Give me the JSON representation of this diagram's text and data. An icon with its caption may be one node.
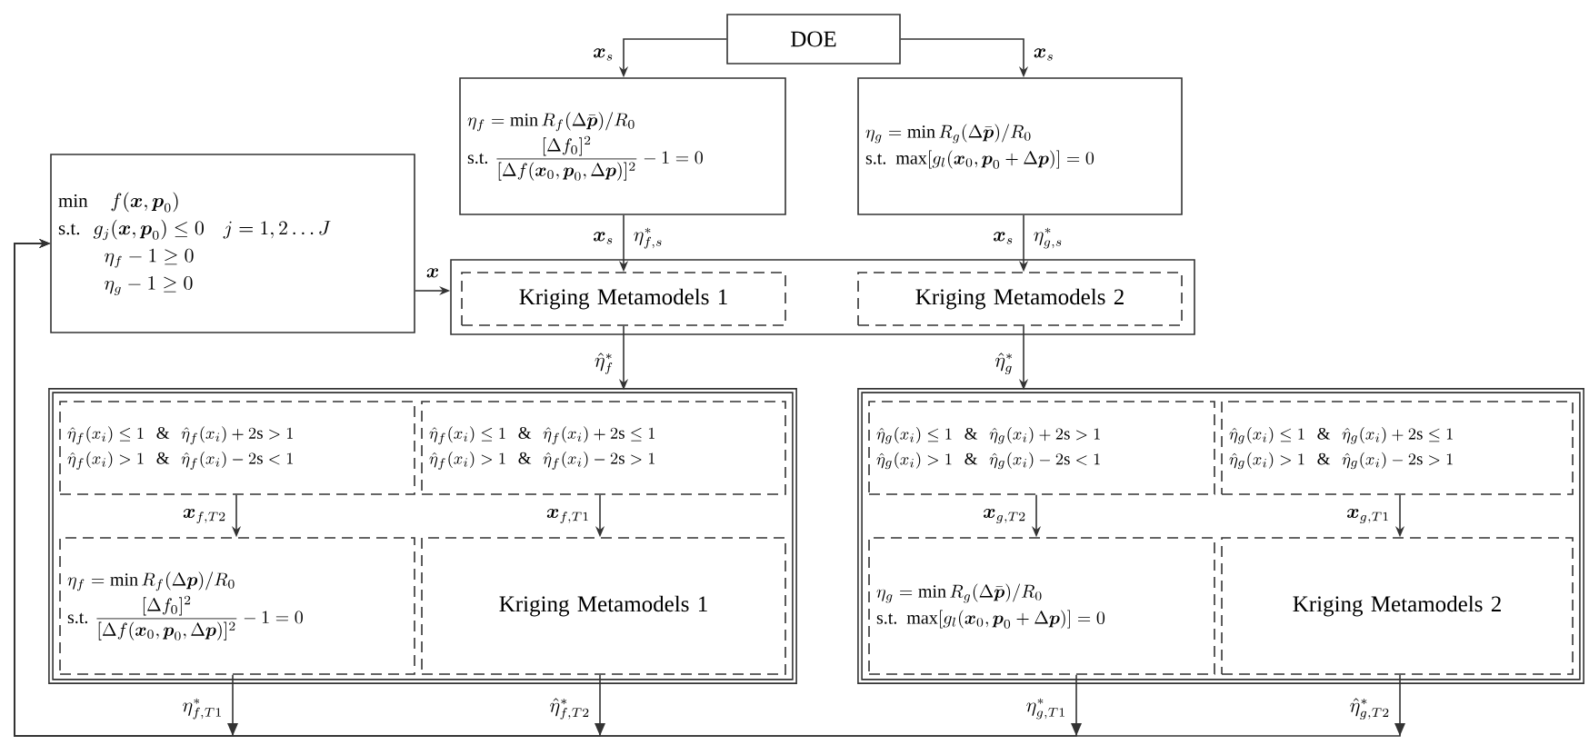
{
  "diagram": {
    "nodes": [
      {
        "text": [
          "DOE"
        ]
      },
      {
        "text": [
          "\\eta_f=\\min R_f(\\Delta\\bar{\\boldsymbol{p}})/R_0",
          "\\text{s.t.}\\ \\dfrac{[\\Delta f_0]^2}{[\\Delta f(\\boldsymbol{x}_0,\\boldsymbol{p}_0,\\Delta\\boldsymbol{p})]^2}-1=0"
        ]
      },
      {
        "text": [
          "\\eta_g=\\min R_g(\\Delta\\bar{\\boldsymbol{p}})/R_0",
          "\\text{s.t.}\\ \\max[g_l(\\boldsymbol{x}_0,\\boldsymbol{p}_0+\\Delta\\boldsymbol{p})]=0"
        ]
      },
      {
        "text": [
          "\\min\\quad f(\\boldsymbol{x},\\boldsymbol{p}_0)",
          "\\text{s.t.}\\ \\ g_j(\\boldsymbol{x},\\boldsymbol{p}_0)\\le 0\\quad j=1,2\\ldots J",
          "\\eta_f-1\\ge 0",
          "\\eta_g-1\\ge 0"
        ]
      },
      {
        "text": [],
        "shape": "box"
      },
      {
        "text": [
          "Kriging Metamodels 1"
        ],
        "in": 4
      },
      {
        "text": [
          "Kriging Metamodels 2"
        ],
        "in": 4
      },
      {
        "text": [],
        "shape": "box"
      },
      {
        "text": [
          "\\hat{\\eta}_f(x_i)\\le 1\\ \\ \\&\\ \\ \\hat{\\eta}_f(x_i)+2\\mathrm{s}>1",
          "\\hat{\\eta}_f(x_i)>1\\ \\ \\&\\ \\ \\hat{\\eta}_f(x_i)-2\\mathrm{s}<1"
        ],
        "in": 7
      },
      {
        "text": [
          "\\hat{\\eta}_f(x_i)\\le 1\\ \\ \\&\\ \\ \\hat{\\eta}_f(x_i)+2\\mathrm{s}\\le 1",
          "\\hat{\\eta}_f(x_i)>1\\ \\ \\&\\ \\ \\hat{\\eta}_f(x_i)-2\\mathrm{s}>1"
        ],
        "in": 7
      },
      {
        "text": [
          "\\eta_f=\\min R_f(\\Delta\\boldsymbol{p})/R_0",
          "\\text{s.t.}\\ \\dfrac{[\\Delta f_0]^2}{[\\Delta f(\\boldsymbol{x}_0,\\boldsymbol{p}_0,\\Delta\\boldsymbol{p})]^2}-1=0"
        ],
        "in": 7
      },
      {
        "text": [
          "Kriging Metamodels 1"
        ],
        "in": 7
      },
      {
        "text": [],
        "shape": "box"
      },
      {
        "text": [
          "\\hat{\\eta}_g(x_i)\\le 1\\ \\ \\&\\ \\ \\hat{\\eta}_g(x_i)+2\\mathrm{s}>1",
          "\\hat{\\eta}_g(x_i)>1\\ \\ \\&\\ \\ \\hat{\\eta}_g(x_i)-2\\mathrm{s}<1"
        ],
        "in": 12
      },
      {
        "text": [
          "\\hat{\\eta}_g(x_i)\\le 1\\ \\ \\&\\ \\ \\hat{\\eta}_g(x_i)+2\\mathrm{s}\\le 1",
          "\\hat{\\eta}_g(x_i)>1\\ \\ \\&\\ \\ \\hat{\\eta}_g(x_i)-2\\mathrm{s}>1"
        ],
        "in": 12
      },
      {
        "text": [
          "\\eta_g=\\min R_g(\\Delta\\bar{\\boldsymbol{p}})/R_0",
          "\\text{s.t.}\\ \\max[g_l(\\boldsymbol{x}_0,\\boldsymbol{p}_0+\\Delta\\boldsymbol{p})]=0"
        ],
        "in": 12
      },
      {
        "text": [
          "Kriging Metamodels 2"
        ],
        "in": 12
      }
    ],
    "edges": [
      {
        "from": 0,
        "to": 1,
        "arrow": "to",
        "label": "\\boldsymbol{x}_s"
      },
      {
        "from": 0,
        "to": 2,
        "arrow": "to",
        "label": "\\boldsymbol{x}_s"
      },
      {
        "from": 1,
        "to": 5,
        "arrow": "to",
        "label": "\\boldsymbol{x}_s"
      },
      {
        "from": 2,
        "to": 6,
        "arrow": "to",
        "label": "\\boldsymbol{x}_s"
      },
      {
        "from": 3,
        "to": 4,
        "arrow": "to",
        "label": "\\boldsymbol{x}"
      },
      {
        "from": 5,
        "to": 7,
        "arrow": "to",
        "label": "\\hat{\\eta}^*_f"
      },
      {
        "from": 6,
        "to": 12,
        "arrow": "to",
        "label": "\\hat{\\eta}^*_g"
      },
      {
        "from": 8,
        "to": 10,
        "arrow": "to",
        "label": "\\boldsymbol{x}_{f,T2}"
      },
      {
        "from": 9,
        "to": 11,
        "arrow": "to",
        "label": "\\boldsymbol{x}_{f,T1}"
      },
      {
        "from": 13,
        "to": 15,
        "arrow": "to",
        "label": "\\boldsymbol{x}_{g,T2}"
      },
      {
        "from": 14,
        "to": 16,
        "arrow": "to",
        "label": "\\boldsymbol{x}_{g,T1}"
      },
      {
        "from": 10,
        "to": 3,
        "arrow": "to",
        "label": "\\eta^*_{f,T1}"
      },
      {
        "from": 11,
        "to": 3,
        "arrow": "to",
        "label": "\\hat{\\eta}^*_{f,T2}"
      },
      {
        "from": 15,
        "to": 3,
        "arrow": "to",
        "label": "\\eta^*_{g,T1}"
      },
      {
        "from": 16,
        "to": 3,
        "arrow": "to",
        "label": "\\hat{\\eta}^*_{g,T2}"
      }
    ],
    "labels": [
      "\\eta^*_{f,s}",
      "\\eta^*_{g,s}"
    ]
  }
}
